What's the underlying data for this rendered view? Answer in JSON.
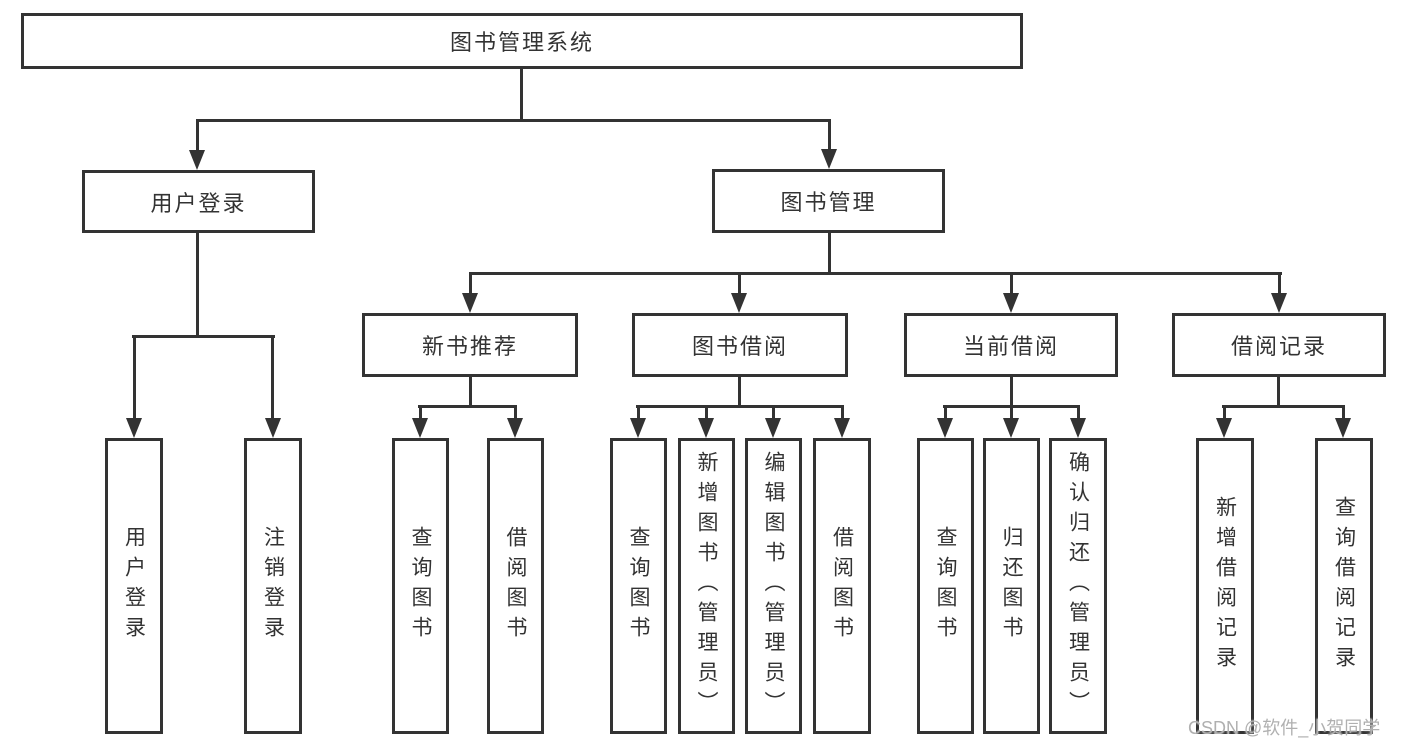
{
  "diagram": {
    "root": {
      "label": "图书管理系统"
    },
    "level2": [
      {
        "id": "user-login",
        "label": "用户登录"
      },
      {
        "id": "book-management",
        "label": "图书管理"
      }
    ],
    "level3": [
      {
        "id": "new-book-recommend",
        "label": "新书推荐"
      },
      {
        "id": "book-borrow",
        "label": "图书借阅"
      },
      {
        "id": "current-borrow",
        "label": "当前借阅"
      },
      {
        "id": "borrow-records",
        "label": "借阅记录"
      }
    ],
    "leaves": {
      "user_login": [
        "用户登录",
        "注销登录"
      ],
      "new_book_recommend": [
        "查询图书",
        "借阅图书"
      ],
      "book_borrow": [
        "查询图书",
        "新增图书（管理员）",
        "编辑图书（管理员）",
        "借阅图书"
      ],
      "current_borrow": [
        "查询图书",
        "归还图书",
        "确认归还（管理员）"
      ],
      "borrow_records": [
        "新增借阅记录",
        "查询借阅记录"
      ]
    },
    "colors": {
      "line": "#333333",
      "text": "#333333",
      "background": "#ffffff"
    }
  },
  "watermark": {
    "text": "CSDN @软件_小贺同学",
    "color": "#b0b0b0"
  }
}
